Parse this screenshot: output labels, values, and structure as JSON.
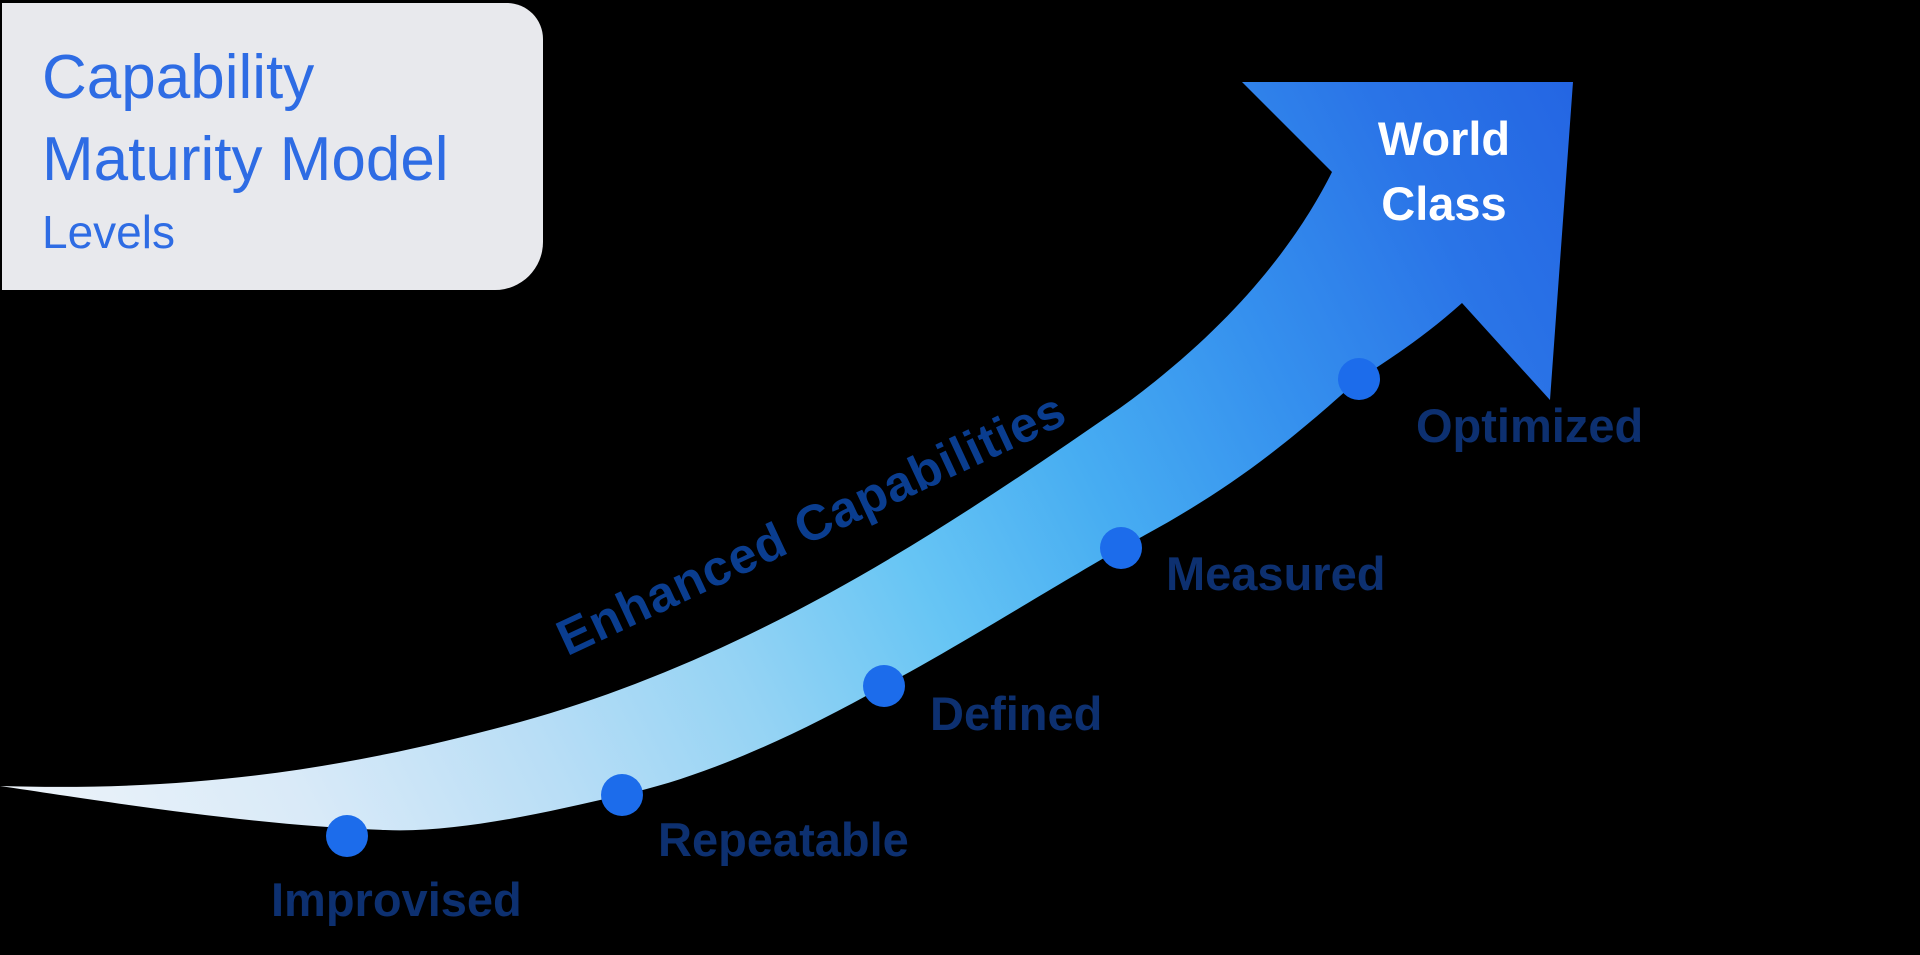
{
  "title_card": {
    "line1": "Capability",
    "line2": "Maturity Model",
    "line3": "Levels",
    "text_color": "#2e6ce4",
    "card_color": "#e8e9ed"
  },
  "curve_annotation": {
    "text": "Enhanced Capabilities",
    "color": "#0a3d8f"
  },
  "arrow_label": {
    "line1": "World",
    "line2": "Class",
    "color": "#ffffff"
  },
  "levels": [
    {
      "label": "Improvised"
    },
    {
      "label": "Repeatable"
    },
    {
      "label": "Defined"
    },
    {
      "label": "Measured"
    },
    {
      "label": "Optimized"
    }
  ],
  "colors": {
    "background": "#000000",
    "level_label": "#0d3070",
    "level_dot": "#1c6ceb",
    "arrow_gradient_start": "#f0f5fa",
    "arrow_gradient_mid": "#67c5f4",
    "arrow_gradient_end": "#2363e2"
  }
}
